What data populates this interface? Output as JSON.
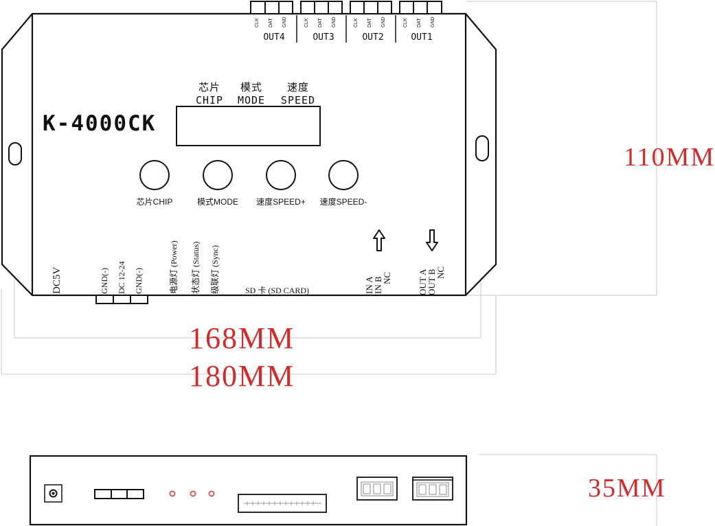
{
  "model": "K-4000CK",
  "display": {
    "headers": [
      {
        "cn": "芯片",
        "en": "CHIP"
      },
      {
        "cn": "模式",
        "en": "MODE"
      },
      {
        "cn": "速度",
        "en": "SPEED"
      }
    ]
  },
  "buttons": [
    {
      "label": "芯片CHIP"
    },
    {
      "label": "模式MODE"
    },
    {
      "label": "速度SPEED+"
    },
    {
      "label": "速度SPEED-"
    }
  ],
  "outputs": [
    {
      "label": "OUT4",
      "pins": [
        "CLK",
        "DAT",
        "GND"
      ]
    },
    {
      "label": "OUT3",
      "pins": [
        "CLK",
        "DAT",
        "GND"
      ]
    },
    {
      "label": "OUT2",
      "pins": [
        "CLK",
        "DAT",
        "GND"
      ]
    },
    {
      "label": "OUT1",
      "pins": [
        "CLK",
        "DAT",
        "GND"
      ]
    }
  ],
  "bottom_labels": {
    "dc5v": "DC5V",
    "power_pins": [
      "GND(-)",
      "DC 12-24",
      "GND(-)"
    ],
    "leds": [
      "电源灯 (Power)",
      "状态灯 (Status)",
      "级联灯 (Sync)"
    ],
    "sd": "SD 卡 (SD CARD)",
    "in_pins": [
      "IN A",
      "IN B",
      "NC"
    ],
    "out_pins": [
      "OUT A",
      "OUT B",
      "NC"
    ]
  },
  "dimensions": {
    "height": "110MM",
    "inner_width": "168MM",
    "outer_width": "180MM",
    "depth": "35MM"
  },
  "colors": {
    "dimension_text": "#d42a2a",
    "led": "#e05a50"
  }
}
